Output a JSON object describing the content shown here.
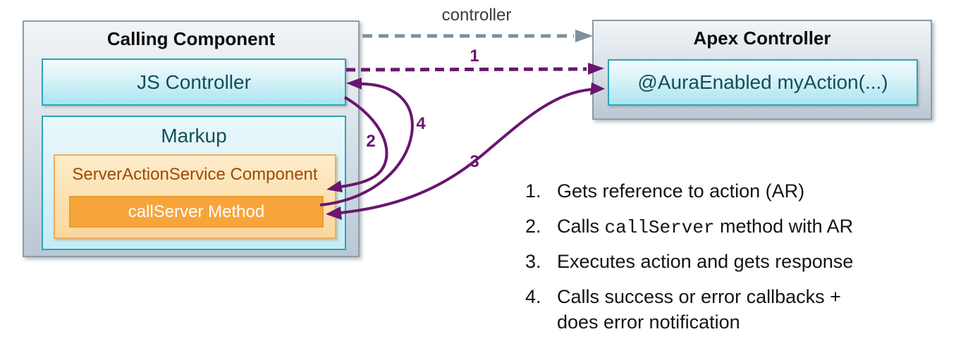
{
  "colors": {
    "purple_arrow": "#6a1570",
    "gray_arrow": "#7d909c",
    "teal_border": "#2ea4b8",
    "teal_text": "#134f5a",
    "orange_fill": "#f7a53b",
    "orange_border": "#f0ac5d",
    "orange_text": "#9c4a08",
    "outer_box_border": "#8c9ca8"
  },
  "calling_component": {
    "title": "Calling Component",
    "js_controller": "JS Controller",
    "markup": "Markup",
    "server_action_service": "ServerActionService Component",
    "call_server": "callServer Method"
  },
  "apex_controller": {
    "title": "Apex Controller",
    "method": "@AuraEnabled myAction(...)"
  },
  "arrows": {
    "controller": "controller",
    "n1": "1",
    "n2": "2",
    "n3": "3",
    "n4": "4"
  },
  "steps": [
    {
      "num": "1.",
      "pre": "Gets reference to action (AR)",
      "code": "",
      "post": "",
      "line2": ""
    },
    {
      "num": "2.",
      "pre": "Calls ",
      "code": "callServer",
      "post": " method with AR",
      "line2": ""
    },
    {
      "num": "3.",
      "pre": "Executes action and gets response",
      "code": "",
      "post": "",
      "line2": ""
    },
    {
      "num": "4.",
      "pre": "Calls success or error callbacks +",
      "code": "",
      "post": "",
      "line2": "does error notification"
    }
  ]
}
